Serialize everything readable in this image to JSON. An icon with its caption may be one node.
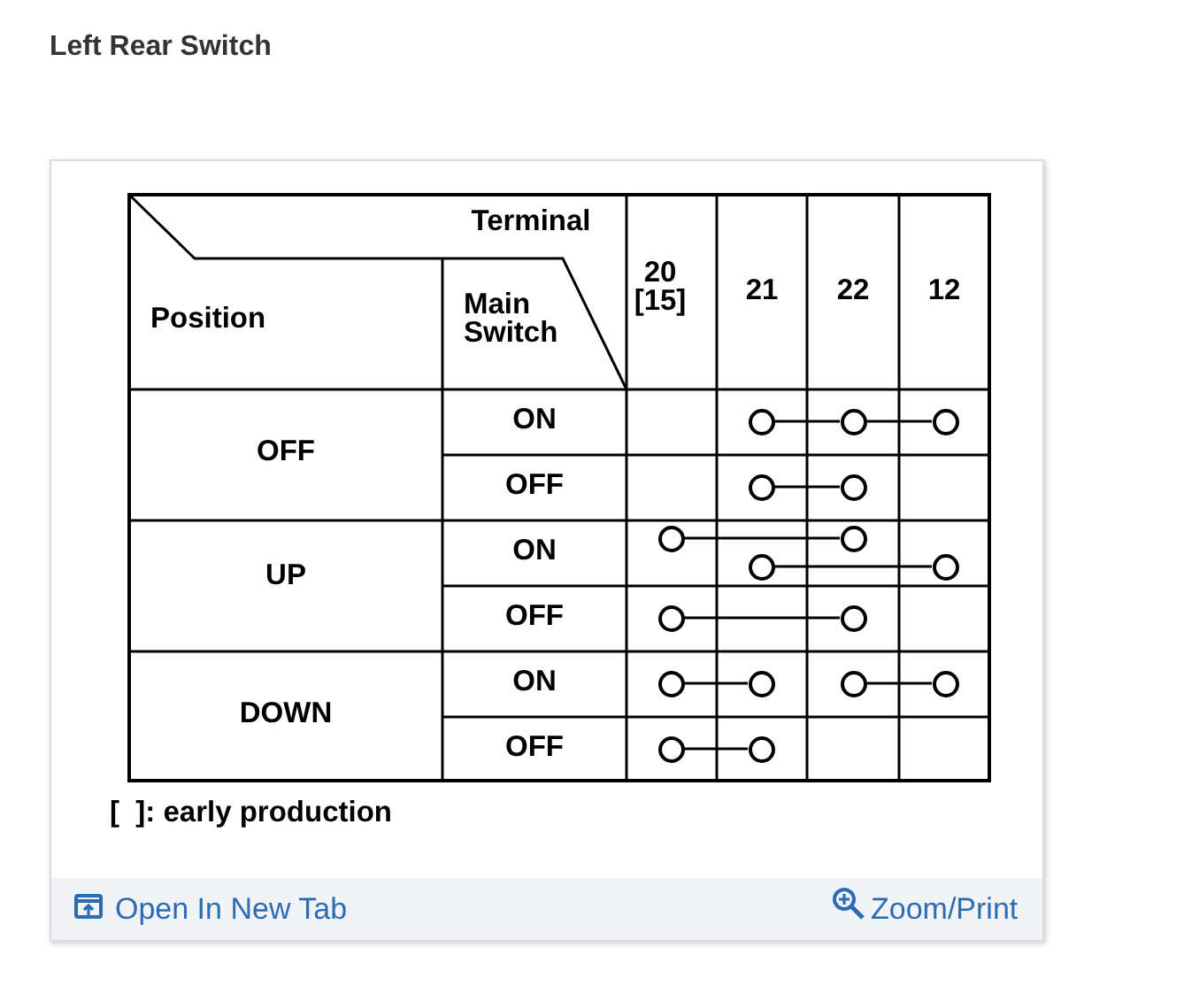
{
  "diagram": {
    "title": "Left Rear Switch",
    "nodes": [
      {
        "text": [],
        "shape": "circle"
      },
      {
        "text": [],
        "shape": "circle"
      },
      {
        "text": [],
        "shape": "circle"
      },
      {
        "text": [],
        "shape": "circle"
      },
      {
        "text": [],
        "shape": "circle"
      },
      {
        "text": [],
        "shape": "circle"
      },
      {
        "text": [],
        "shape": "circle"
      },
      {
        "text": [],
        "shape": "circle"
      },
      {
        "text": [],
        "shape": "circle"
      },
      {
        "text": [],
        "shape": "circle"
      },
      {
        "text": [],
        "shape": "circle"
      },
      {
        "text": [],
        "shape": "circle"
      },
      {
        "text": [],
        "shape": "circle"
      },
      {
        "text": [],
        "shape": "circle"
      },
      {
        "text": [],
        "shape": "circle"
      },
      {
        "text": [],
        "shape": "circle"
      },
      {
        "text": [],
        "shape": "circle"
      }
    ],
    "edges": [
      {
        "from": 0,
        "to": 1,
        "arrow": "none"
      },
      {
        "from": 1,
        "to": 2,
        "arrow": "none"
      },
      {
        "from": 3,
        "to": 4,
        "arrow": "none"
      },
      {
        "from": 5,
        "to": 6,
        "arrow": "none"
      },
      {
        "from": 7,
        "to": 8,
        "arrow": "none"
      },
      {
        "from": 9,
        "to": 10,
        "arrow": "none"
      },
      {
        "from": 11,
        "to": 12,
        "arrow": "none"
      },
      {
        "from": 13,
        "to": 14,
        "arrow": "none"
      },
      {
        "from": 15,
        "to": 16,
        "arrow": "none"
      }
    ],
    "labels": [
      "Terminal",
      "Position",
      "Main Switch",
      "20 [15]",
      "21",
      "22",
      "12",
      "OFF",
      "ON",
      "OFF",
      "UP",
      "ON",
      "OFF",
      "DOWN",
      "ON",
      "OFF",
      "[  ]: early production",
      "Open In New Tab",
      "Zoom/Print"
    ]
  }
}
